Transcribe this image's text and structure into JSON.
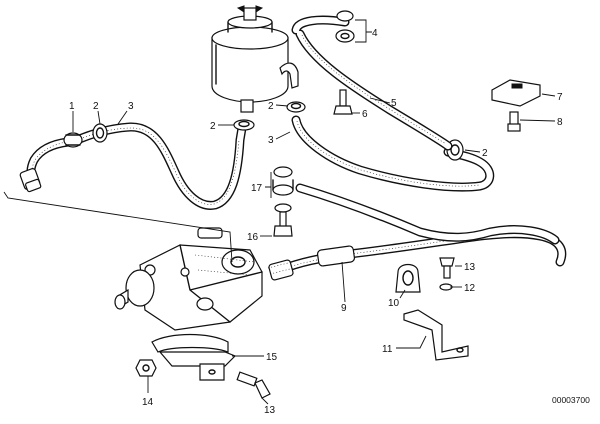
{
  "callouts": [
    {
      "id": "c1",
      "label": "1"
    },
    {
      "id": "c2a",
      "label": "2"
    },
    {
      "id": "c3a",
      "label": "3"
    },
    {
      "id": "c2b",
      "label": "2"
    },
    {
      "id": "c2c",
      "label": "2"
    },
    {
      "id": "c3b",
      "label": "3"
    },
    {
      "id": "c4",
      "label": "4"
    },
    {
      "id": "c5",
      "label": "5"
    },
    {
      "id": "c6",
      "label": "6"
    },
    {
      "id": "c7",
      "label": "7"
    },
    {
      "id": "c8",
      "label": "8"
    },
    {
      "id": "c2d",
      "label": "2"
    },
    {
      "id": "c17",
      "label": "17"
    },
    {
      "id": "c16",
      "label": "16"
    },
    {
      "id": "c9",
      "label": "9"
    },
    {
      "id": "c10",
      "label": "10"
    },
    {
      "id": "c13a",
      "label": "13"
    },
    {
      "id": "c12",
      "label": "12"
    },
    {
      "id": "c11",
      "label": "11"
    },
    {
      "id": "c15",
      "label": "15"
    },
    {
      "id": "c14",
      "label": "14"
    },
    {
      "id": "c13b",
      "label": "13"
    }
  ],
  "document_number": "00003700"
}
